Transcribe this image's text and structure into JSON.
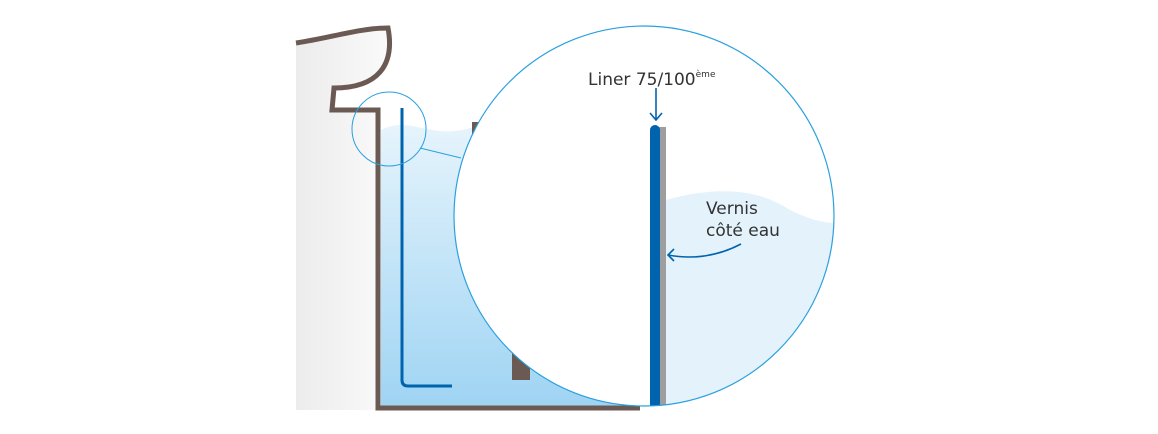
{
  "labels": {
    "liner": "Liner 75/100",
    "liner_sup": "ème",
    "vernis_line1": "Vernis",
    "vernis_line2": "côté eau"
  },
  "colors": {
    "wall": "#6b5a54",
    "liner": "#0063ad",
    "varnish": "#9e9e9e",
    "circle": "#2aa0e0",
    "water": "#a8d8f4"
  }
}
